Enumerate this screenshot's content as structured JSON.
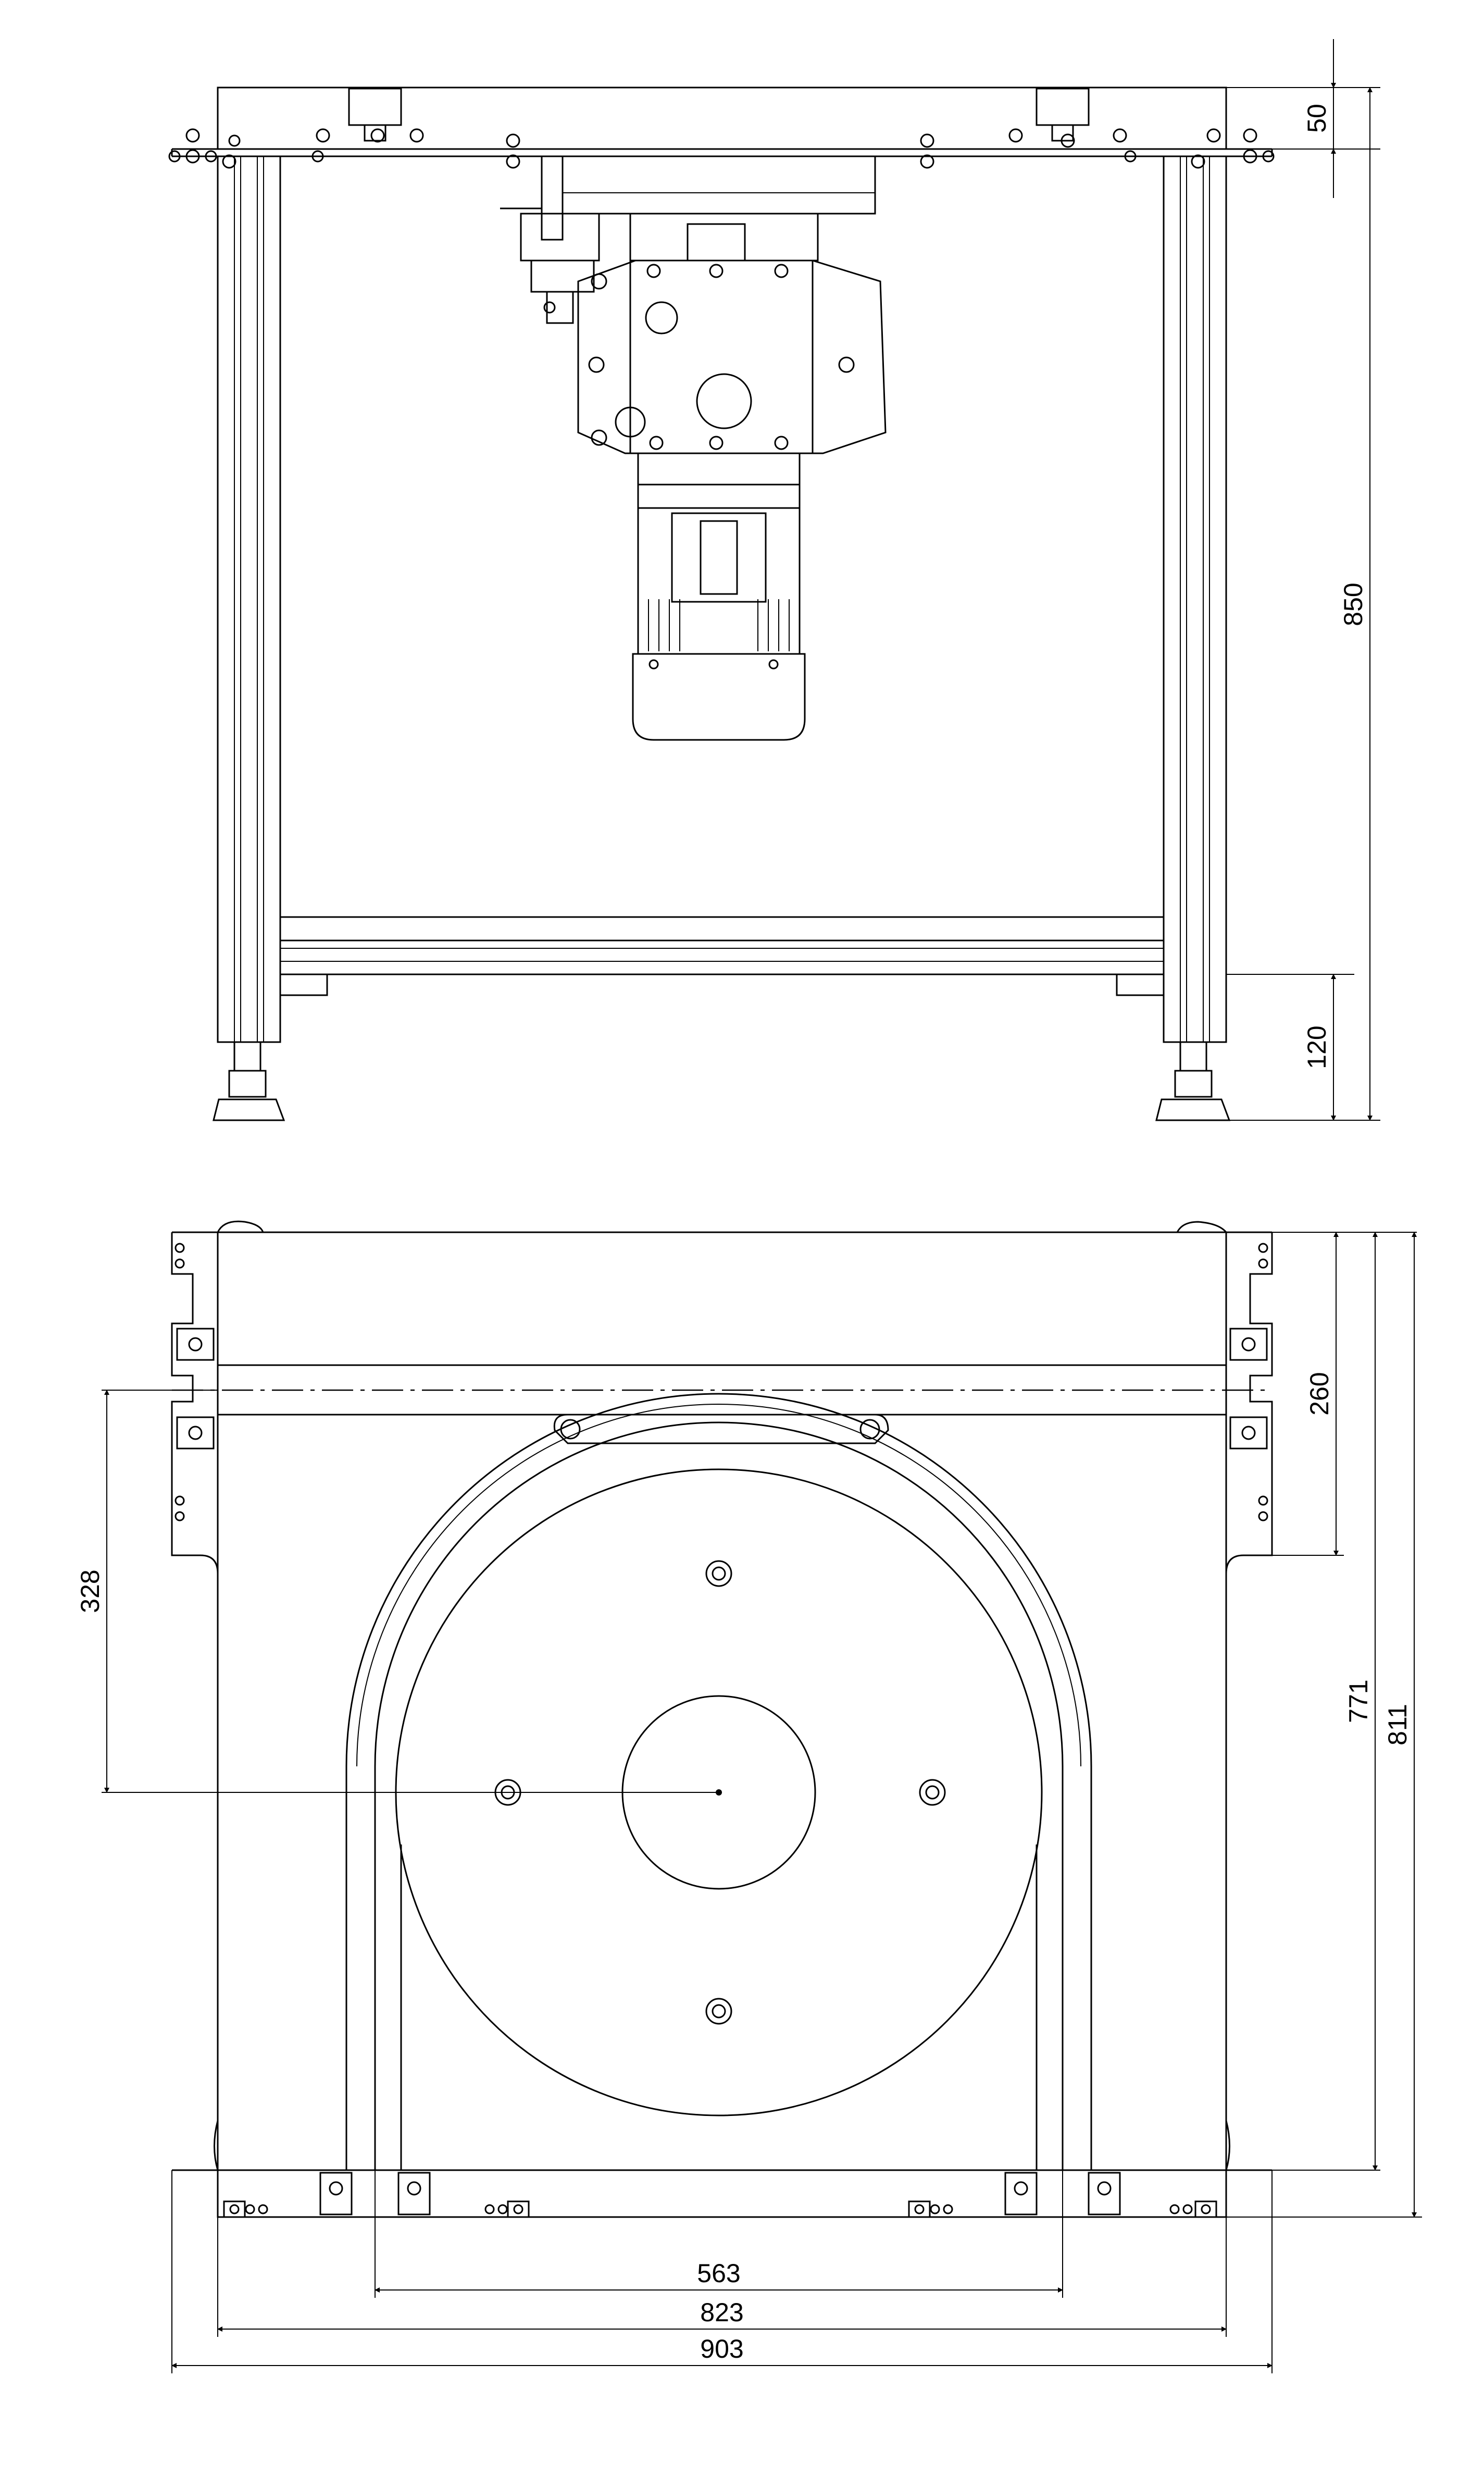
{
  "drawing": {
    "views": [
      "front-elevation",
      "top-plan"
    ]
  },
  "dimensions": {
    "top_thickness": "50",
    "total_height": "850",
    "foot_height": "120",
    "top_band": "260",
    "axis_offset": "328",
    "inner_depth": "771",
    "total_depth": "811",
    "inner_span": "563",
    "frame_width": "823",
    "total_width": "903"
  },
  "colors": {
    "line": "#000000",
    "background": "#ffffff"
  }
}
